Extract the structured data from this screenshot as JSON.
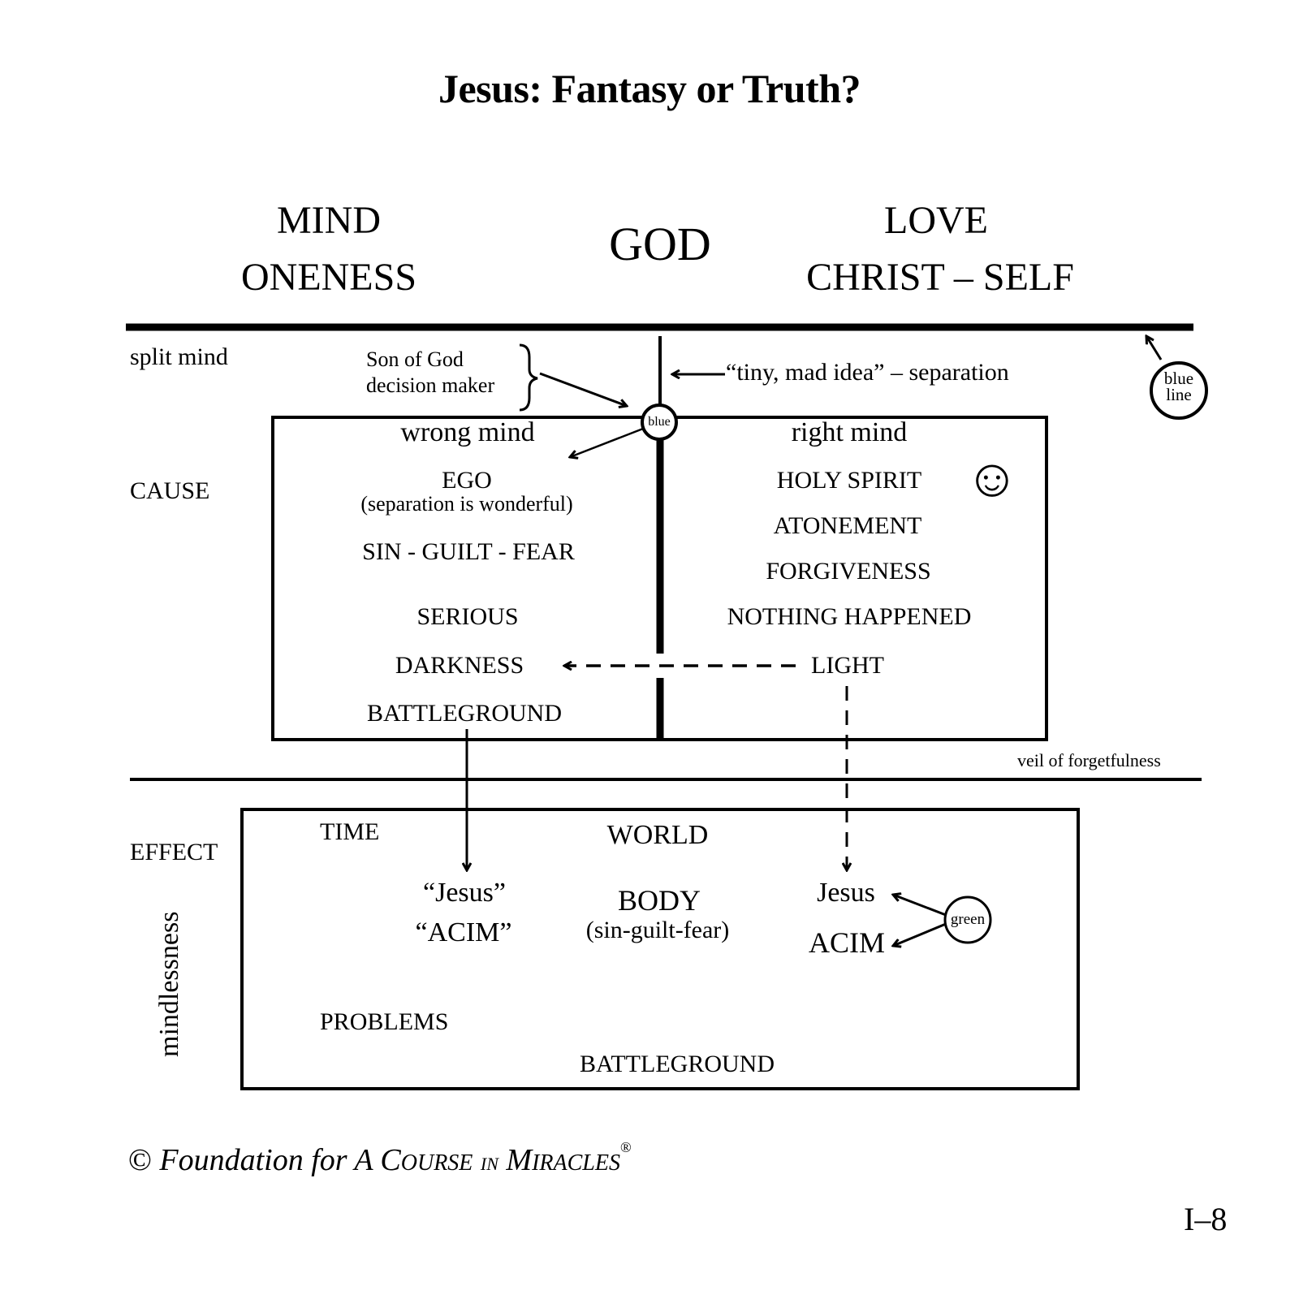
{
  "title": "Jesus: Fantasy or Truth?",
  "header": {
    "left": [
      "MIND",
      "ONENESS"
    ],
    "center": "GOD",
    "right": [
      "LOVE",
      "CHRIST – SELF"
    ]
  },
  "split_mind": {
    "label": "split mind",
    "son_of_god": [
      "Son of God",
      "decision maker"
    ],
    "tiny_mad_idea": "“tiny, mad idea” – separation",
    "blue_node": "blue",
    "blue_line_note": [
      "blue",
      "line"
    ]
  },
  "cause": {
    "label": "CAUSE",
    "wrong_mind": {
      "heading": "wrong mind",
      "items": [
        "EGO",
        "(separation is wonderful)",
        "SIN - GUILT - FEAR",
        "SERIOUS",
        "DARKNESS",
        "BATTLEGROUND"
      ]
    },
    "right_mind": {
      "heading": "right mind",
      "items": [
        "HOLY SPIRIT",
        "ATONEMENT",
        "FORGIVENESS",
        "NOTHING HAPPENED",
        "LIGHT"
      ],
      "smiley": "☺"
    }
  },
  "veil": "veil of forgetfulness",
  "effect": {
    "label": "EFFECT",
    "side_label": "mindlessness",
    "time": "TIME",
    "world": "WORLD",
    "ego_jesus": "“Jesus”",
    "ego_acim": "“ACIM”",
    "body": "BODY",
    "body_sub": "(sin-guilt-fear)",
    "true_jesus": "Jesus",
    "true_acim": "ACIM",
    "green_node": "green",
    "problems": "PROBLEMS",
    "battleground": "BATTLEGROUND"
  },
  "footer": {
    "copyright_symbol": "©",
    "prefix": "Foundation for A ",
    "c": "C",
    "ourse": "OURSE",
    "in": "IN",
    "m": "M",
    "iracles": "IRACLES",
    "registered": "®",
    "page": "I–8"
  }
}
